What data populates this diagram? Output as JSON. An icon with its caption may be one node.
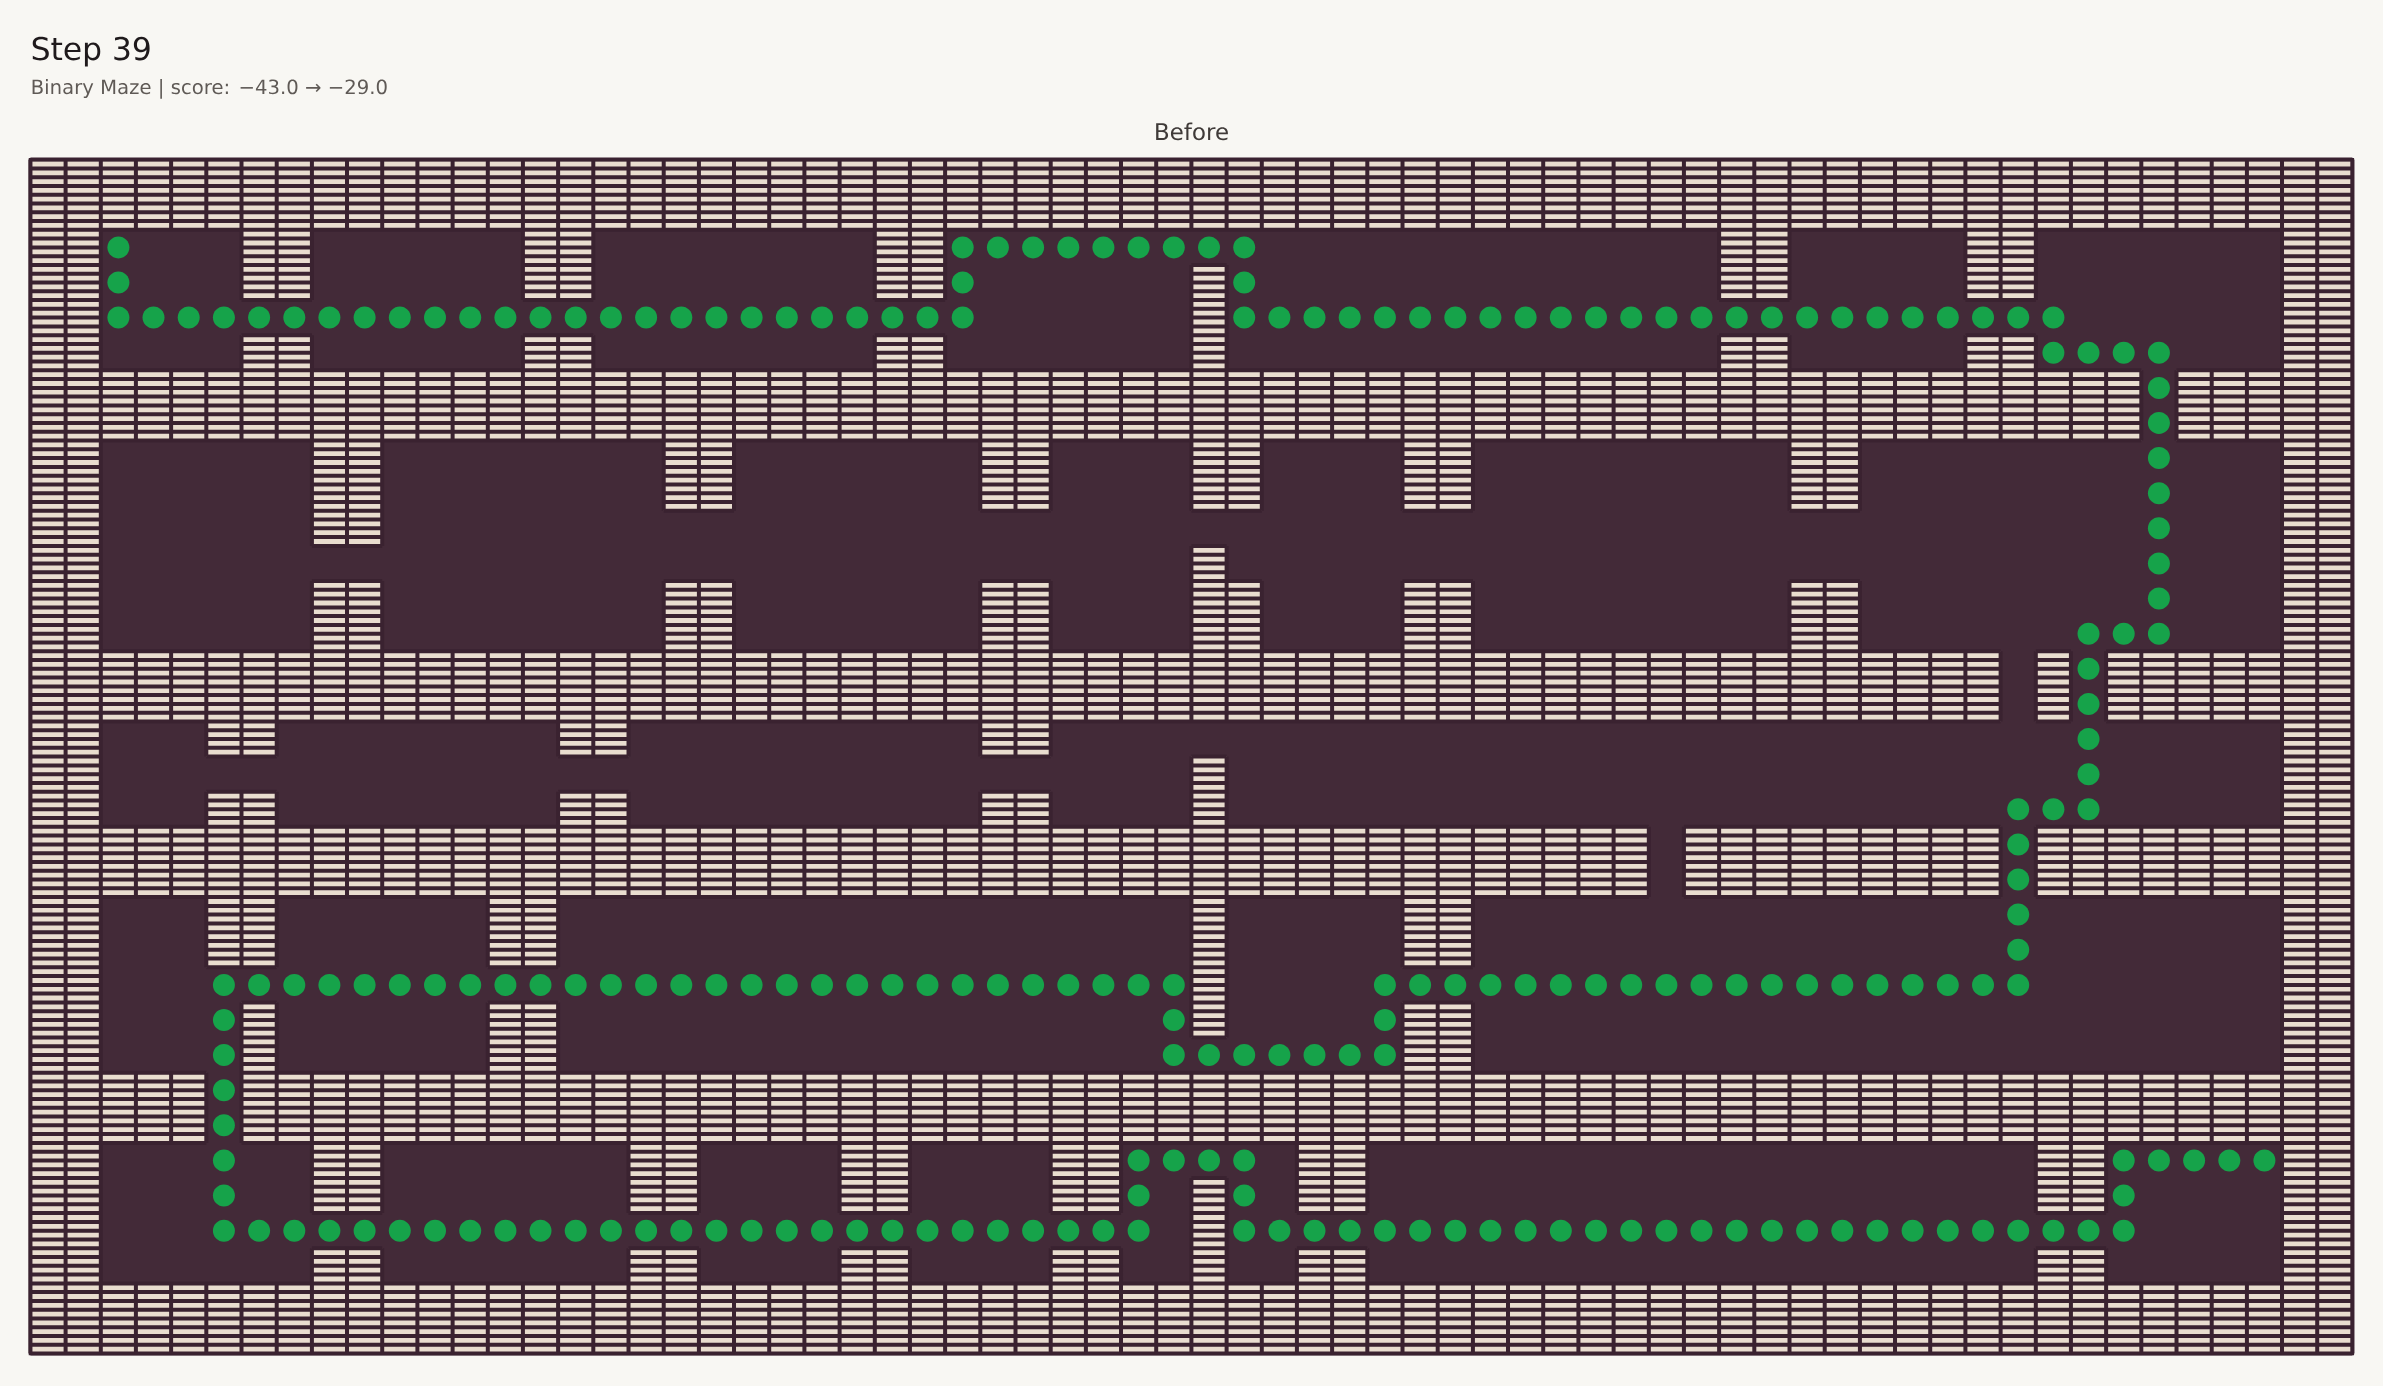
{
  "diagram": {
    "title": "Step 39",
    "labels": [
      "Binary Maze | score: −43.0 → −29.0",
      "Before"
    ]
  }
}
